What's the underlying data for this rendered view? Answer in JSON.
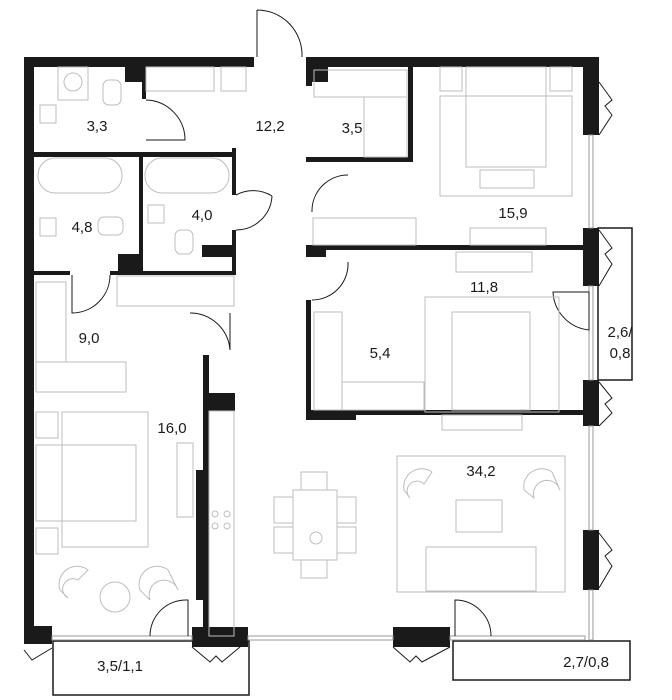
{
  "plan": {
    "rooms": [
      {
        "id": "wc",
        "area": "3,3"
      },
      {
        "id": "hall",
        "area": "12,2"
      },
      {
        "id": "closet-top",
        "area": "3,5"
      },
      {
        "id": "bedroom-master",
        "area": "15,9"
      },
      {
        "id": "bath-left",
        "area": "4,8"
      },
      {
        "id": "bath-right",
        "area": "4,0"
      },
      {
        "id": "bedroom-middle",
        "area": "11,8"
      },
      {
        "id": "balcony-right-top",
        "area": "2,6/",
        "area2": "0,8"
      },
      {
        "id": "dressing",
        "area": "9,0"
      },
      {
        "id": "closet-middle",
        "area": "5,4"
      },
      {
        "id": "bedroom-left",
        "area": "16,0"
      },
      {
        "id": "living",
        "area": "34,2"
      },
      {
        "id": "balcony-bottom-left",
        "area": "3,5/1,1"
      },
      {
        "id": "balcony-bottom-right",
        "area": "2,7/0,8"
      }
    ],
    "colors": {
      "wall": "#1a1a1a",
      "furniture": "#bdbdbd"
    }
  }
}
